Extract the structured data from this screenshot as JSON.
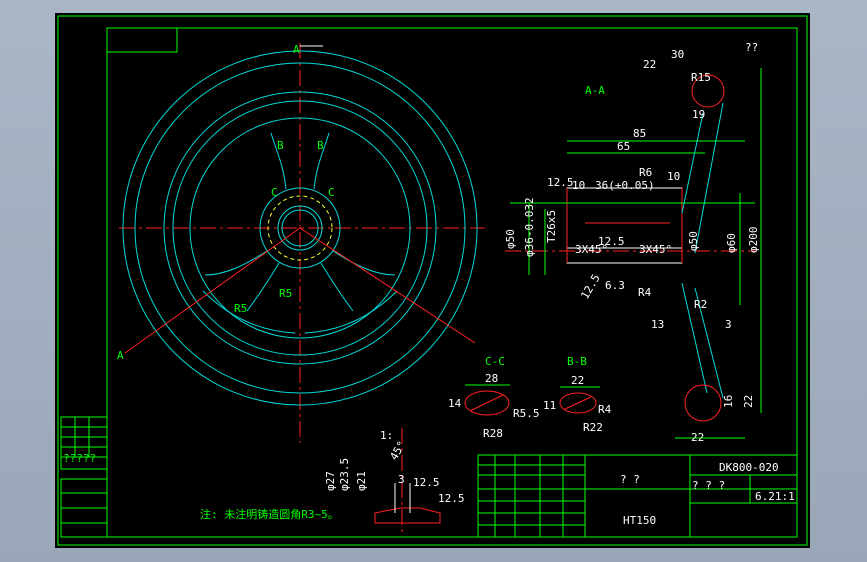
{
  "drawing": {
    "code": "DK800-020",
    "material": "HT150",
    "name_placeholder": "? ?",
    "scale": "6.21:1",
    "roughness_mark": "??",
    "section_aa_title": "A-A",
    "section_cc_title": "C-C",
    "section_bb_title": "B-B",
    "note": "注: 未注明铸造圆角R3~5。"
  },
  "front_view": {
    "labels": {
      "cut_a_top": "A",
      "cut_a_bottom": "A",
      "b_left": "B",
      "b_right": "B",
      "c_left": "C",
      "c_right": "C",
      "r5_inner": "R5",
      "r5_outer": "R5"
    }
  },
  "aa_view": {
    "dims": {
      "d85": "85",
      "d65": "65",
      "d10_left": "10",
      "d36": "36(+0.05)",
      "d10_right": "10",
      "r6": "R6",
      "d19": "19",
      "r15": "R15",
      "d22_top": "22",
      "d30": "30",
      "phi50": "φ50",
      "phi36": "φ36-0.032",
      "t26": "T26x5",
      "phi50_b": "φ50",
      "phi60": "φ60",
      "phi200": "φ200",
      "r2": "R2",
      "r4": "R4",
      "d13": "13",
      "d3": "3",
      "d16": "16",
      "d22_r": "22",
      "d22_bottom": "22",
      "chamfer_l": "3X45°",
      "chamfer_r": "3X45°",
      "rough_1": "12.5",
      "rough_2": "12.5",
      "rough_3": "12.5",
      "d63": "6.3"
    }
  },
  "section_cc": {
    "d28": "28",
    "d14": "14",
    "r5": "R5.5",
    "r28": "R28"
  },
  "section_bb": {
    "d22": "22",
    "d11": "11",
    "r4": "R4",
    "r22": "R22"
  },
  "detail_view": {
    "phi27": "φ27",
    "phi235": "φ23.5",
    "phi21": "φ21",
    "scale": "1:",
    "d3": "3",
    "d45": "45°",
    "rough_l": "12.5",
    "rough_r": "12.5"
  },
  "title_block": {
    "left_marks": "?????",
    "row_marks": "? ? ?"
  }
}
